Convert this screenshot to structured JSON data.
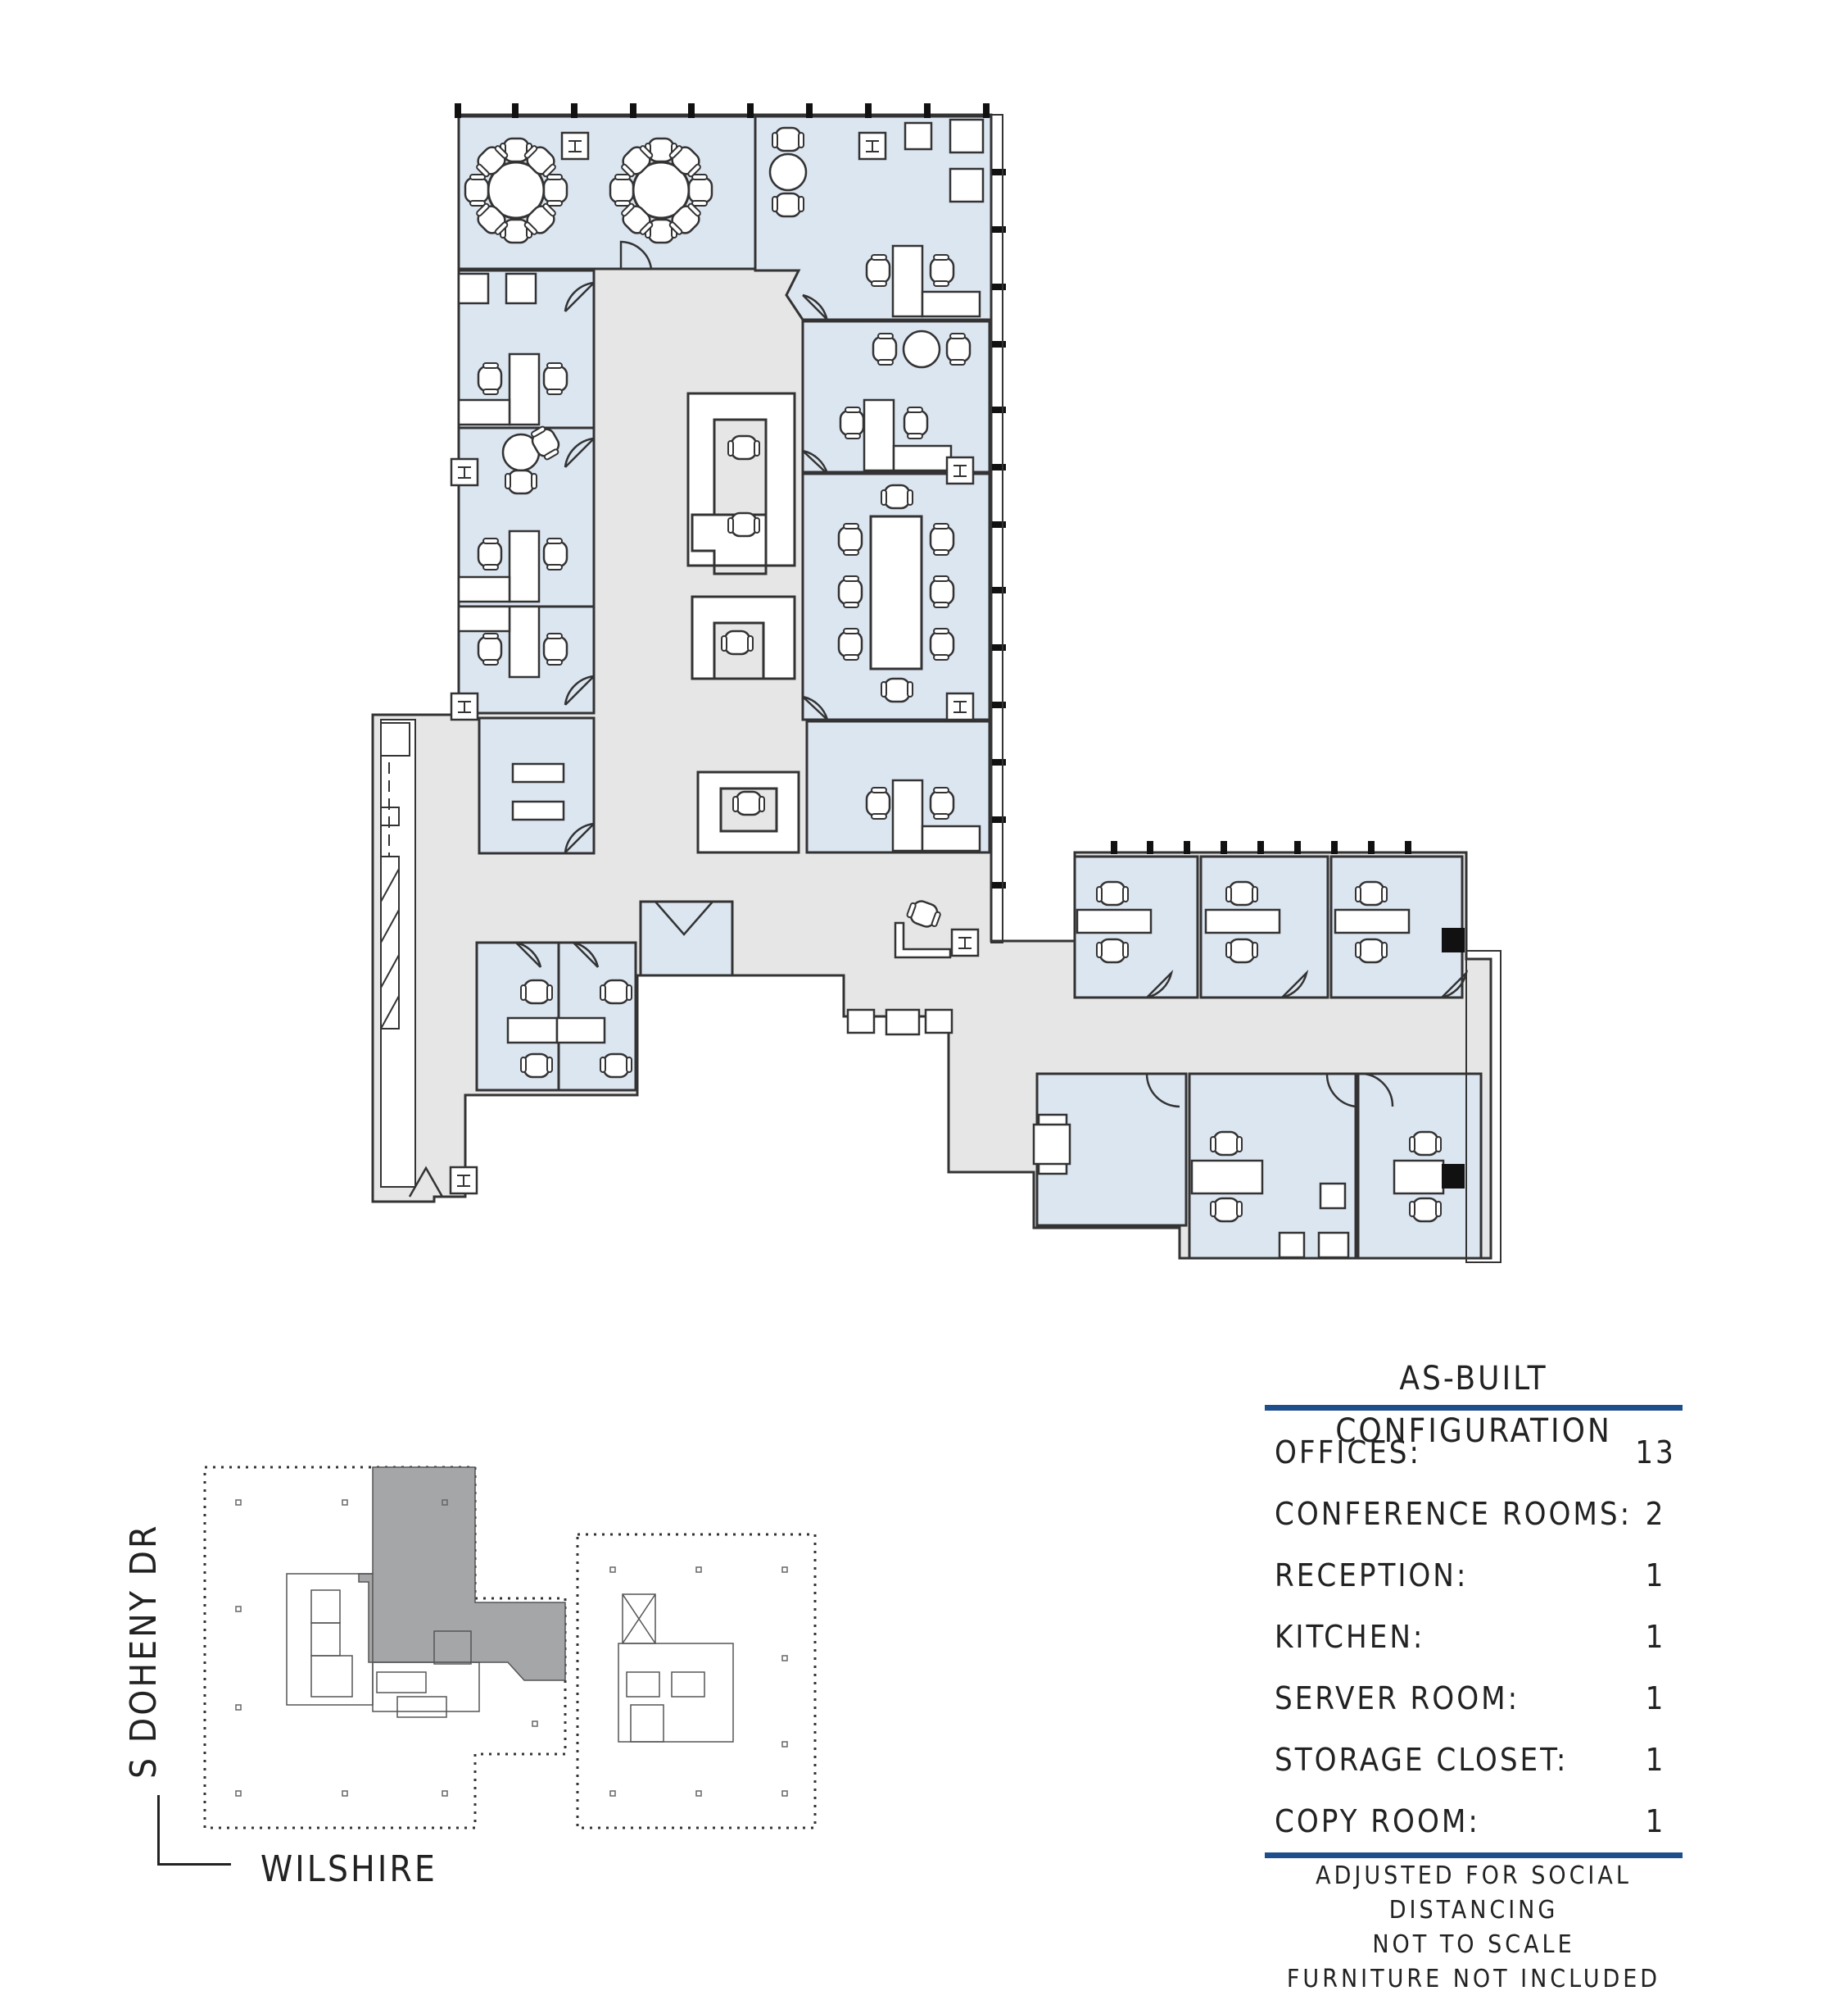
{
  "table": {
    "title": "AS-BUILT CONFIGURATION",
    "rows": [
      {
        "label": "OFFICES:",
        "value": "13"
      },
      {
        "label": "CONFERENCE ROOMS:",
        "value": "2"
      },
      {
        "label": "RECEPTION:",
        "value": "1"
      },
      {
        "label": "KITCHEN:",
        "value": "1"
      },
      {
        "label": "SERVER ROOM:",
        "value": "1"
      },
      {
        "label": "STORAGE CLOSET:",
        "value": "1"
      },
      {
        "label": "COPY ROOM:",
        "value": "1"
      }
    ]
  },
  "notes": [
    "ADJUSTED FOR SOCIAL DISTANCING",
    "NOT TO SCALE",
    "FURNITURE NOT INCLUDED"
  ],
  "streets": {
    "vertical": "S DOHENY DR",
    "horizontal": "WILSHIRE"
  },
  "colors": {
    "room_fill": "#dce6f1",
    "corridor_fill": "#e6e6e6",
    "wall": "#333333",
    "accent_rule": "#1e4f8c",
    "keymap_highlight": "#a5a6a8"
  }
}
